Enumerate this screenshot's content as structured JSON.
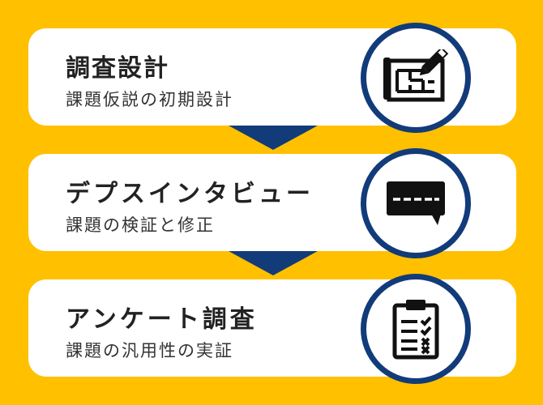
{
  "steps": [
    {
      "title": "調査設計",
      "subtitle": "課題仮説の初期設計",
      "icon": "blueprint-pencil-icon"
    },
    {
      "title": "デプスインタビュー",
      "subtitle": "課題の検証と修正",
      "icon": "speech-bubble-icon"
    },
    {
      "title": "アンケート調査",
      "subtitle": "課題の汎用性の実証",
      "icon": "clipboard-checklist-icon"
    }
  ],
  "colors": {
    "background": "#FFC000",
    "card": "#FFFFFF",
    "accent": "#123B7A",
    "text": "#222222"
  }
}
